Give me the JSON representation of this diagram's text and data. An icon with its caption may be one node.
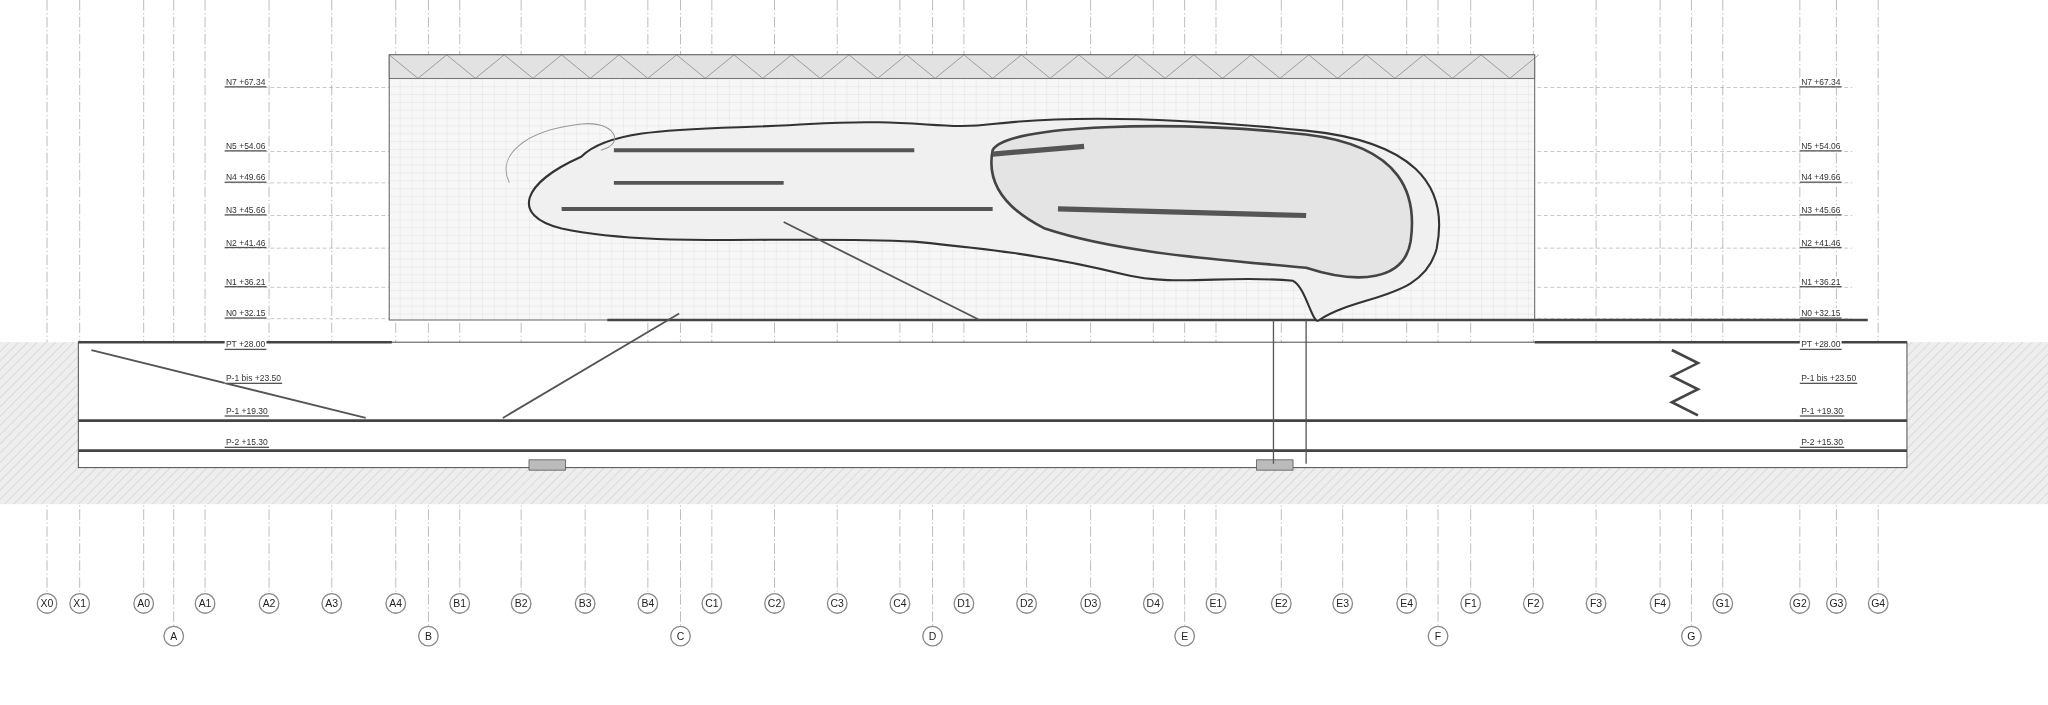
{
  "diagram": {
    "labels": [
      "N7 +67.34",
      "N7 +67.34",
      "N5 +54.06",
      "N5 +54.06",
      "N4 +49.66",
      "N4 +49.66",
      "N3 +45.66",
      "N3 +45.66",
      "N2 +41.46",
      "N2 +41.46",
      "N1 +36.21",
      "N1 +36.21",
      "N0 +32.15",
      "N0 +32.15",
      "PT +28.00",
      "PT +28.00",
      "P-1 bis +23.50",
      "P-1 bis +23.50",
      "P-1 +19.30",
      "P-1 +19.30",
      "P-2 +15.30",
      "P-2 +15.30",
      "X0",
      "X1",
      "A0",
      "A1",
      "A2",
      "A3",
      "A4",
      "B1",
      "B2",
      "B3",
      "B4",
      "C1",
      "C2",
      "C3",
      "C4",
      "D1",
      "D2",
      "D3",
      "D4",
      "E1",
      "E2",
      "E3",
      "E4",
      "F1",
      "F2",
      "F3",
      "F4",
      "G1",
      "G2",
      "G3",
      "G4",
      "A",
      "B",
      "C",
      "D",
      "E",
      "F",
      "G"
    ]
  }
}
